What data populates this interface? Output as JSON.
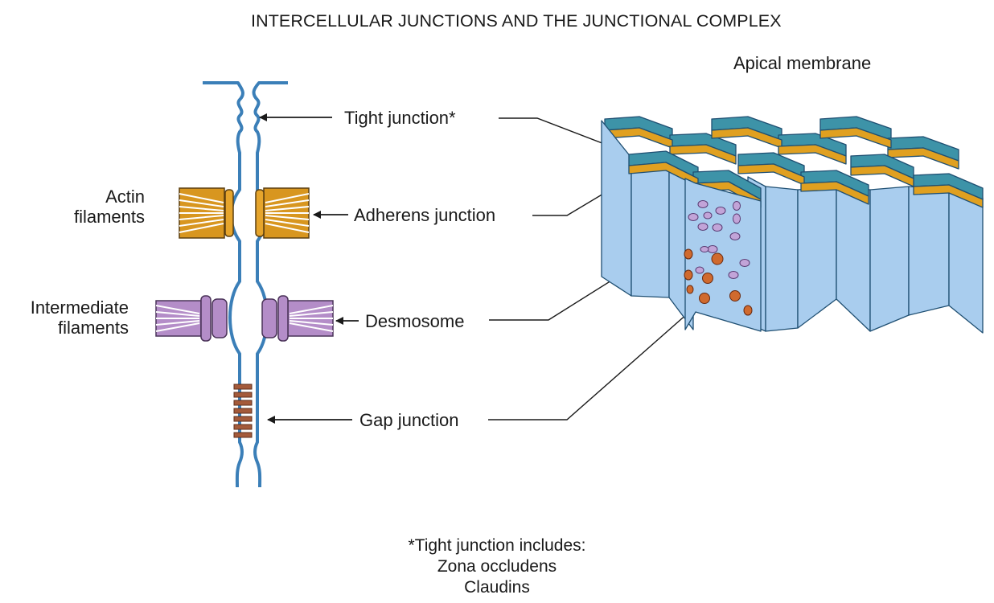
{
  "title": "INTERCELLULAR JUNCTIONS AND THE JUNCTIONAL COMPLEX",
  "apical_label": "Apical membrane",
  "labels": {
    "tight": "Tight junction*",
    "adherens": "Adherens junction",
    "desmosome": "Desmosome",
    "gap": "Gap junction"
  },
  "side_labels": {
    "actin": [
      "Actin",
      "filaments"
    ],
    "intermediate": [
      "Intermediate",
      "filaments"
    ]
  },
  "footnote": {
    "line1": "*Tight junction includes:",
    "line2": "Zona occludens",
    "line3": "Claudins"
  },
  "colors": {
    "membrane": "#3b7fb8",
    "actin": "#d8961f",
    "desmosome": "#b48dc8",
    "gap": "#a45a3a",
    "cell_side": "#a9cdee",
    "cell_top": "#3d93a8"
  }
}
